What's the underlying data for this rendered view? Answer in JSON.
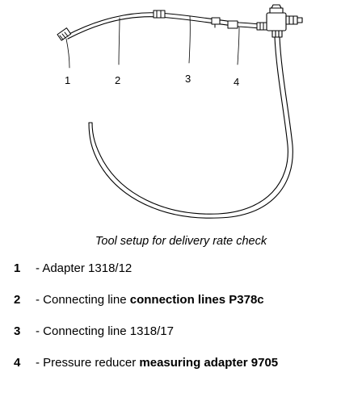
{
  "figure": {
    "callouts": [
      "1",
      "2",
      "3",
      "4"
    ]
  },
  "caption": "Tool setup for delivery rate check",
  "legend": [
    {
      "number": "1",
      "text": "- Adapter 1318/12",
      "bold": ""
    },
    {
      "number": "2",
      "text": "- Connecting line ",
      "bold": "connection lines P378c"
    },
    {
      "number": "3",
      "text": "- Connecting line 1318/17",
      "bold": ""
    },
    {
      "number": "4",
      "text": "- Pressure reducer ",
      "bold": "measuring adapter 9705"
    }
  ]
}
